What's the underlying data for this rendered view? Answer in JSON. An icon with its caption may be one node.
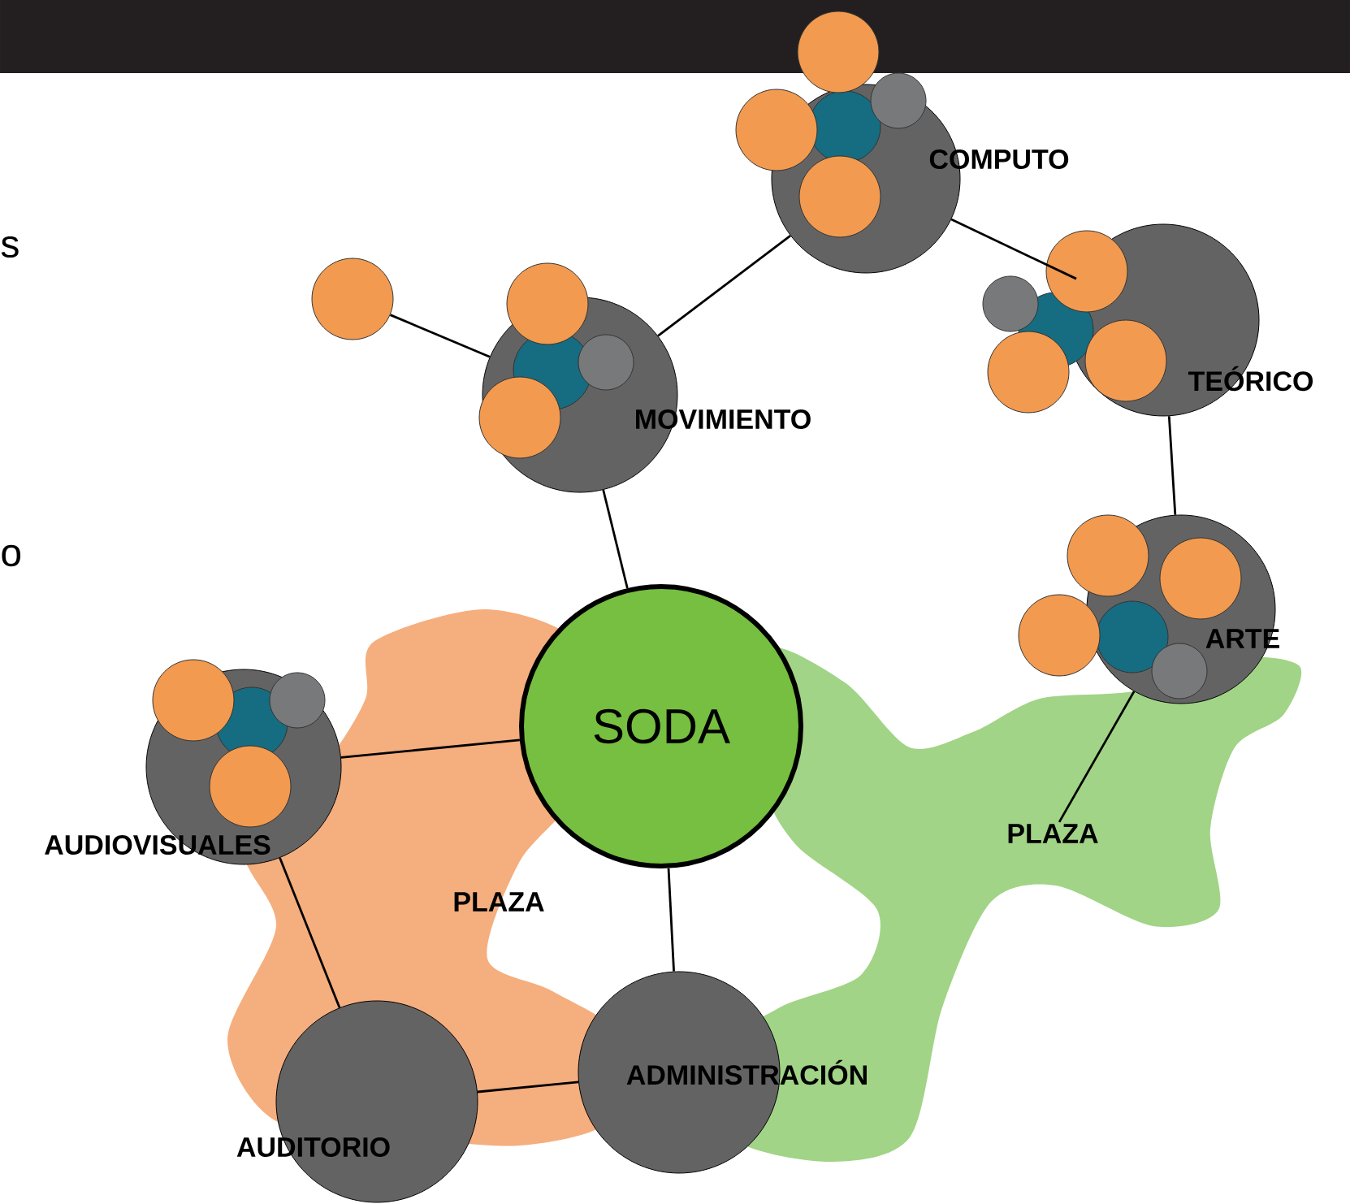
{
  "diagram": {
    "nodes": [
      {
        "text": [
          "SODA"
        ]
      },
      {
        "text": [
          "MOVIMIENTO"
        ]
      },
      {
        "text": [
          "COMPUTO"
        ]
      },
      {
        "text": [
          "TEÓRICO"
        ]
      },
      {
        "text": [
          "ARTE"
        ]
      },
      {
        "text": [
          "AUDIOVISUALES"
        ]
      },
      {
        "text": [
          "AUDITORIO"
        ]
      },
      {
        "text": [
          "ADMINISTRACIÓN"
        ]
      },
      {
        "text": [
          "PLAZA"
        ]
      },
      {
        "text": [
          "PLAZA"
        ]
      },
      {
        "text": [],
        "shape": "circle"
      }
    ],
    "edges": [
      {
        "from": 0,
        "to": 1,
        "arrow": "none"
      },
      {
        "from": 1,
        "to": 2,
        "arrow": "none"
      },
      {
        "from": 2,
        "to": 3,
        "arrow": "none"
      },
      {
        "from": 3,
        "to": 4,
        "arrow": "none"
      },
      {
        "from": 0,
        "to": 5,
        "arrow": "none"
      },
      {
        "from": 5,
        "to": 6,
        "arrow": "none"
      },
      {
        "from": 6,
        "to": 7,
        "arrow": "none"
      },
      {
        "from": 0,
        "to": 7,
        "arrow": "none"
      },
      {
        "from": 10,
        "to": 1,
        "arrow": "none"
      },
      {
        "from": 4,
        "to": 9,
        "arrow": "none"
      }
    ],
    "labels": [
      "s",
      "o"
    ]
  }
}
